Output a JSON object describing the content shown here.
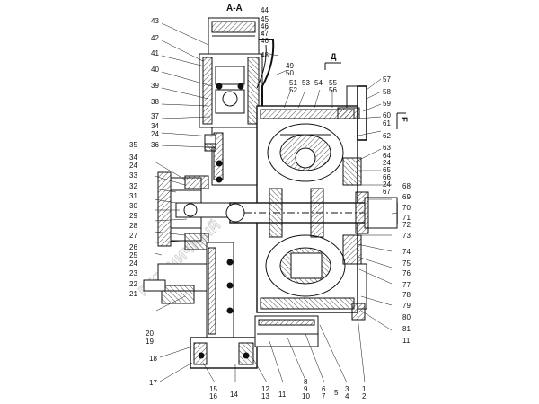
{
  "section_label": "А-А",
  "view_d": "Д",
  "view_e": "Е",
  "watermark": "ГУСЕНИЧНЫЙ",
  "callouts_left": [
    {
      "id": "c43",
      "text": "43"
    },
    {
      "id": "c42",
      "text": "42"
    },
    {
      "id": "c41",
      "text": "41"
    },
    {
      "id": "c40",
      "text": "40"
    },
    {
      "id": "c39",
      "text": "39"
    },
    {
      "id": "c38",
      "text": "38"
    },
    {
      "id": "c37",
      "text": "37"
    },
    {
      "id": "c34a",
      "text": "34"
    },
    {
      "id": "c24a",
      "text": "24"
    },
    {
      "id": "c36",
      "text": "36"
    },
    {
      "id": "c35",
      "text": "35"
    },
    {
      "id": "c34b",
      "text": "34"
    },
    {
      "id": "c24b",
      "text": "24"
    },
    {
      "id": "c33",
      "text": "33"
    },
    {
      "id": "c32",
      "text": "32"
    },
    {
      "id": "c31",
      "text": "31"
    },
    {
      "id": "c30",
      "text": "30"
    },
    {
      "id": "c29",
      "text": "29"
    },
    {
      "id": "c28",
      "text": "28"
    },
    {
      "id": "c27",
      "text": "27"
    },
    {
      "id": "c26",
      "text": "26"
    },
    {
      "id": "c25",
      "text": "25"
    },
    {
      "id": "c24c",
      "text": "24"
    },
    {
      "id": "c23",
      "text": "23"
    },
    {
      "id": "c22",
      "text": "22"
    },
    {
      "id": "c21",
      "text": "21"
    },
    {
      "id": "c20",
      "text": "20"
    },
    {
      "id": "c19",
      "text": "19"
    },
    {
      "id": "c18",
      "text": "18"
    },
    {
      "id": "c17",
      "text": "17"
    }
  ],
  "callouts_top": [
    {
      "id": "c44",
      "text": "44"
    },
    {
      "id": "c45",
      "text": "45"
    },
    {
      "id": "c46a",
      "text": "46"
    },
    {
      "id": "c47",
      "text": "47"
    },
    {
      "id": "c46b",
      "text": "46"
    },
    {
      "id": "c48",
      "text": "48"
    },
    {
      "id": "c49",
      "text": "49"
    },
    {
      "id": "c50",
      "text": "50"
    },
    {
      "id": "c51",
      "text": "51"
    },
    {
      "id": "c52",
      "text": "52"
    },
    {
      "id": "c53",
      "text": "53"
    },
    {
      "id": "c54",
      "text": "54"
    },
    {
      "id": "c55",
      "text": "55"
    },
    {
      "id": "c56",
      "text": "56"
    }
  ],
  "callouts_right": [
    {
      "id": "c57",
      "text": "57"
    },
    {
      "id": "c58",
      "text": "58"
    },
    {
      "id": "c59",
      "text": "59"
    },
    {
      "id": "c60",
      "text": "60"
    },
    {
      "id": "c61",
      "text": "61"
    },
    {
      "id": "c62",
      "text": "62"
    },
    {
      "id": "c63",
      "text": "63"
    },
    {
      "id": "c64",
      "text": "64"
    },
    {
      "id": "c24d",
      "text": "24"
    },
    {
      "id": "c65",
      "text": "65"
    },
    {
      "id": "c66",
      "text": "66"
    },
    {
      "id": "c24e",
      "text": "24"
    },
    {
      "id": "c67",
      "text": "67"
    },
    {
      "id": "c68",
      "text": "68"
    },
    {
      "id": "c69",
      "text": "69"
    },
    {
      "id": "c70",
      "text": "70"
    },
    {
      "id": "c71",
      "text": "71"
    },
    {
      "id": "c72",
      "text": "72"
    },
    {
      "id": "c73",
      "text": "73"
    },
    {
      "id": "c74",
      "text": "74"
    },
    {
      "id": "c75",
      "text": "75"
    },
    {
      "id": "c76",
      "text": "76"
    },
    {
      "id": "c77",
      "text": "77"
    },
    {
      "id": "c78",
      "text": "78"
    },
    {
      "id": "c79",
      "text": "79"
    },
    {
      "id": "c80",
      "text": "80"
    },
    {
      "id": "c81",
      "text": "81"
    },
    {
      "id": "c11a",
      "text": "11"
    }
  ],
  "callouts_bottom": [
    {
      "id": "c15",
      "text": "15"
    },
    {
      "id": "c16",
      "text": "16"
    },
    {
      "id": "c14",
      "text": "14"
    },
    {
      "id": "c12",
      "text": "12"
    },
    {
      "id": "c13",
      "text": "13"
    },
    {
      "id": "c11b",
      "text": "11"
    },
    {
      "id": "c8",
      "text": "8"
    },
    {
      "id": "c9",
      "text": "9"
    },
    {
      "id": "c10",
      "text": "10"
    },
    {
      "id": "c6",
      "text": "6"
    },
    {
      "id": "c7",
      "text": "7"
    },
    {
      "id": "c5",
      "text": "5"
    },
    {
      "id": "c3",
      "text": "3"
    },
    {
      "id": "c4",
      "text": "4"
    },
    {
      "id": "c1",
      "text": "1"
    },
    {
      "id": "c2",
      "text": "2"
    }
  ]
}
